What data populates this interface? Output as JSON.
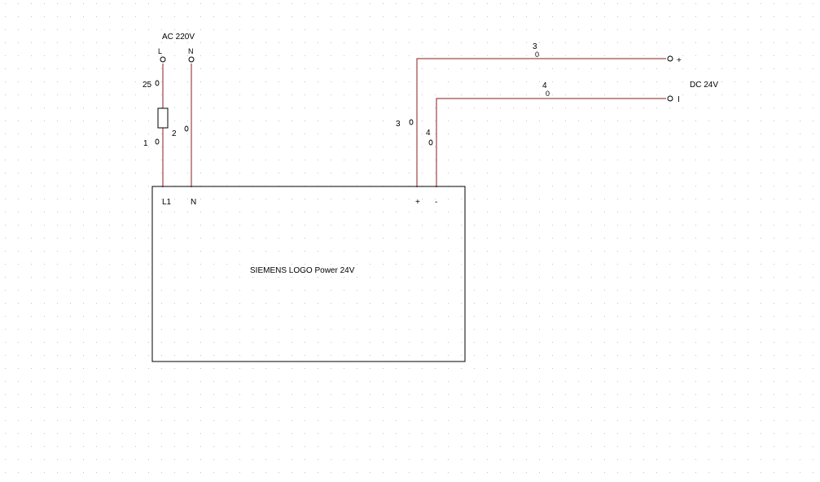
{
  "colors": {
    "background": "#ffffff",
    "grid_dot": "#c4c4c4",
    "wire": "#8b1c1c",
    "outline": "#000000"
  },
  "ac_supply": {
    "label": "AC 220V",
    "terminal_l": "L",
    "terminal_n": "N"
  },
  "dc_output": {
    "label": "DC 24V",
    "terminal_plus": "+",
    "terminal_minus": "I"
  },
  "fuse_wire": {
    "top_wire": "25",
    "bottom_wire": "1"
  },
  "neutral_wire": {
    "number": "2",
    "marker": "0"
  },
  "output_wires": {
    "wire_3_number": "3",
    "wire_3_marker": "0",
    "wire_4_number": "4",
    "wire_4_marker": "0"
  },
  "power_supply": {
    "name": "SIEMENS LOGO Power 24V",
    "terminal_l1": "L1",
    "terminal_n": "N",
    "terminal_plus": "+",
    "terminal_minus": "-"
  }
}
